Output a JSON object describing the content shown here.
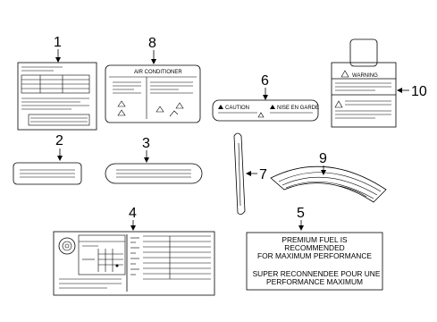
{
  "callouts": {
    "c1": "1",
    "c2": "2",
    "c3": "3",
    "c4": "4",
    "c5": "5",
    "c6": "6",
    "c7": "7",
    "c8": "8",
    "c9": "9",
    "c10": "10"
  },
  "label8": {
    "title": "AIR CONDITIONER"
  },
  "label6": {
    "left_text": "CAUTION",
    "right_text": "NISE EN GARDE"
  },
  "label10": {
    "title": "WARNING"
  },
  "label5": {
    "line1": "PREMIUM FUEL IS",
    "line2": "RECOMMENDED",
    "line3": "FOR MAXIMUM PERFORMANCE",
    "line4": "SUPER RECONNENDEE POUR UNE",
    "line5": "PERFORMANCE MAXIMUM"
  },
  "colors": {
    "ink": "#000000",
    "paper": "#ffffff"
  },
  "icons": [
    "warning-triangle-icon",
    "tire-icon",
    "arrow-icon"
  ]
}
